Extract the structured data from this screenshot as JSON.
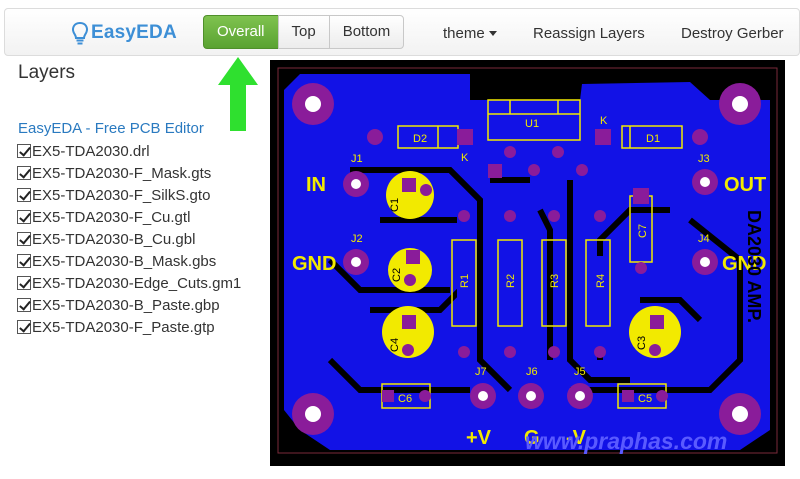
{
  "app": {
    "logo_text": "EasyEDA"
  },
  "toolbar": {
    "view_buttons": [
      "Overall",
      "Top",
      "Bottom"
    ],
    "active_view": "Overall",
    "theme_label": "theme",
    "reassign_label": "Reassign Layers",
    "destroy_label": "Destroy Gerber"
  },
  "sidebar": {
    "title": "Layers",
    "editor_link": "EasyEDA - Free PCB Editor",
    "layers": [
      {
        "name": "EX5-TDA2030.drl",
        "checked": true
      },
      {
        "name": "EX5-TDA2030-F_Mask.gts",
        "checked": true
      },
      {
        "name": "EX5-TDA2030-F_SilkS.gto",
        "checked": true
      },
      {
        "name": "EX5-TDA2030-F_Cu.gtl",
        "checked": true
      },
      {
        "name": "EX5-TDA2030-B_Cu.gbl",
        "checked": true
      },
      {
        "name": "EX5-TDA2030-B_Mask.gbs",
        "checked": true
      },
      {
        "name": "EX5-TDA2030-Edge_Cuts.gm1",
        "checked": true
      },
      {
        "name": "EX5-TDA2030-B_Paste.gbp",
        "checked": true
      },
      {
        "name": "EX5-TDA2030-F_Paste.gtp",
        "checked": true
      }
    ]
  },
  "board": {
    "labels": {
      "u1": "U1",
      "d1": "D1",
      "d2": "D2",
      "k1": "K",
      "k2": "K",
      "j1": "J1",
      "j2": "J2",
      "j3": "J3",
      "j4": "J4",
      "j5": "J5",
      "j6": "J6",
      "j7": "J7",
      "c1": "C1",
      "c2": "C2",
      "c3": "C3",
      "c4": "C4",
      "c5": "C5",
      "c6": "C6",
      "c7": "C7",
      "r1": "R1",
      "r2": "R2",
      "r3": "R3",
      "r4": "R4",
      "in": "IN",
      "gnd_left": "GND",
      "out": "OUT",
      "gnd_right": "GND",
      "plus_v": "+V",
      "g": "G",
      "minus_v": "-V",
      "mirrored": "DA2030 AMP.",
      "watermark": "www.praphas.com"
    },
    "colors": {
      "background": "#000000",
      "copper": "#1212e6",
      "pad": "#8a1c9a",
      "silk": "#f2ea00",
      "watermark": "#5a5aff"
    }
  },
  "annotation": {
    "pointer": "green-arrow-icon",
    "color": "#2fe02f"
  }
}
